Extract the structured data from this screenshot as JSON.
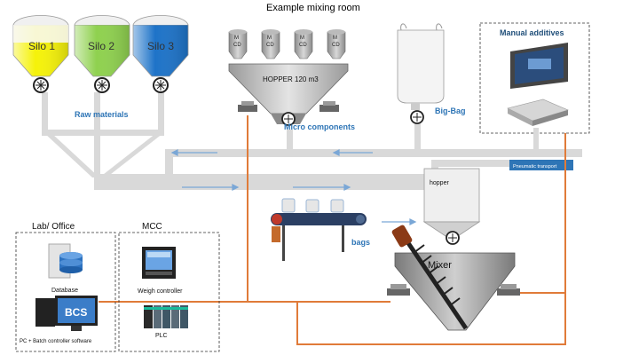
{
  "title": "Example mixing room",
  "silos": [
    {
      "label": "Silo 1",
      "color": "#f5f20a"
    },
    {
      "label": "Silo 2",
      "color": "#8fd14f"
    },
    {
      "label": "Silo 3",
      "color": "#1e73c8"
    }
  ],
  "raw_materials_label": "Raw materials",
  "mcd_label_m": "M",
  "mcd_label_cd": "CD",
  "hopper120_label": "HOPPER 120 m3",
  "micro_components_label": "Micro components",
  "bigbag_label": "Big-Bag",
  "manual_additives_label": "Manual additives",
  "pneumatic_label": "Pneumatic  transport",
  "hopper_label": "hopper",
  "bags_label": "bags",
  "mixer_label": "Mixer",
  "lab_office_label": "Lab/ Office",
  "mcc_label": "MCC",
  "database_label": "Database",
  "bcs_label": "BCS",
  "pc_label": "PC + Batch controller software",
  "weigh_controller_label": "Weigh controller",
  "plc_label": "PLC",
  "colors": {
    "pipe": "#d9d9d9",
    "arrow": "#7aa7d6",
    "accent_text": "#2e75b6",
    "cable": "#e07b39",
    "pneumatic_box": "#2e75b6"
  }
}
